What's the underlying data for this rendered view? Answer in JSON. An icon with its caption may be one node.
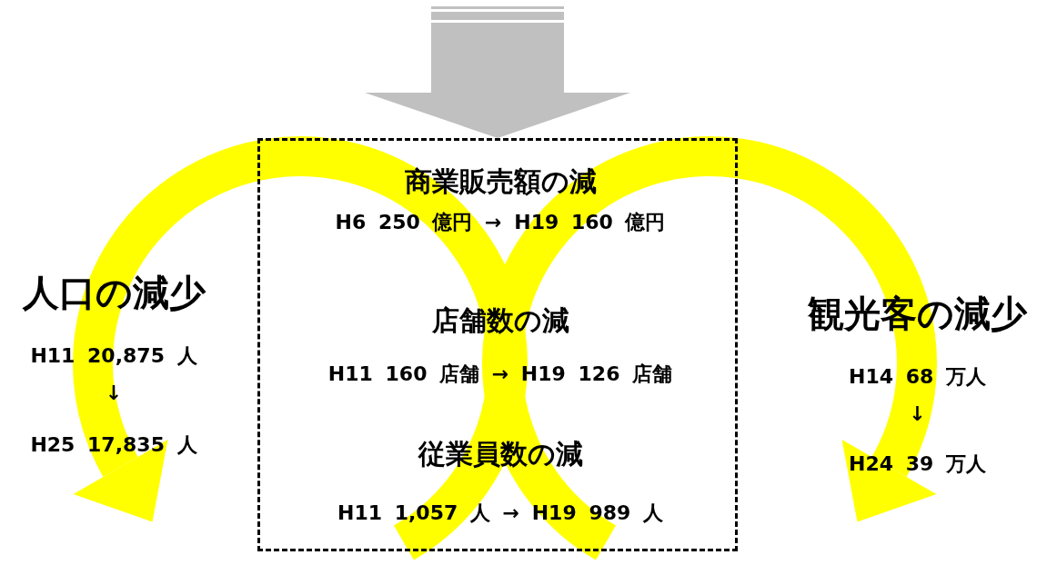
{
  "diagram": {
    "nodes": [
      {
        "text": [
          "人口の減少",
          "H11 20,875 人",
          "↓",
          "H25 17,835 人"
        ]
      },
      {
        "text": [],
        "shape": "box"
      },
      {
        "text": [
          "商業販売額の減",
          "H6 250 億円 → H19 160 億円"
        ],
        "in": 1
      },
      {
        "text": [
          "店舗数の減",
          "H11 160 店舗 → H19 126 店舗"
        ],
        "in": 1
      },
      {
        "text": [
          "従業員数の減",
          "H11 1,057 人 → H19 989 人"
        ],
        "in": 1
      },
      {
        "text": [
          "観光客の減少",
          "H14 68 万人",
          "↓",
          "H24 39 万人"
        ]
      }
    ],
    "edges": [
      {
        "from": null,
        "to": 1,
        "arrow": "to",
        "style": "thick",
        "color": "#c0c0c0"
      }
    ]
  }
}
